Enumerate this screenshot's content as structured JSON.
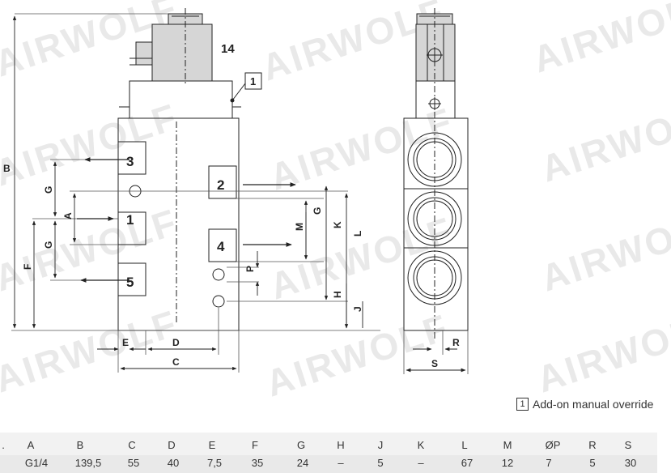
{
  "watermark": "AIRWOLF",
  "front_view": {
    "solenoid_port_label": "14",
    "callout_number": "1",
    "ports": {
      "p3": "3",
      "p2": "2",
      "p1": "1",
      "p4": "4",
      "p5": "5"
    },
    "dims": {
      "B": "B",
      "G_upper": "G",
      "A": "A",
      "G_lower": "G",
      "F": "F",
      "E": "E",
      "D": "D",
      "C": "C",
      "G_right": "G",
      "M": "M",
      "K": "K",
      "L": "L",
      "P": "P",
      "H": "H",
      "J": "J"
    }
  },
  "side_view": {
    "dims": {
      "R": "R",
      "S": "S"
    }
  },
  "legend": {
    "number": "1",
    "text": "Add-on manual override"
  },
  "table": {
    "headers": [
      ".",
      "A",
      "B",
      "C",
      "D",
      "E",
      "F",
      "G",
      "H",
      "J",
      "K",
      "L",
      "M",
      "ØP",
      "R",
      "S"
    ],
    "values": [
      "",
      "G1/4",
      "139,5",
      "55",
      "40",
      "7,5",
      "35",
      "24",
      "–",
      "5",
      "–",
      "67",
      "12",
      "7",
      "5",
      "30"
    ]
  }
}
